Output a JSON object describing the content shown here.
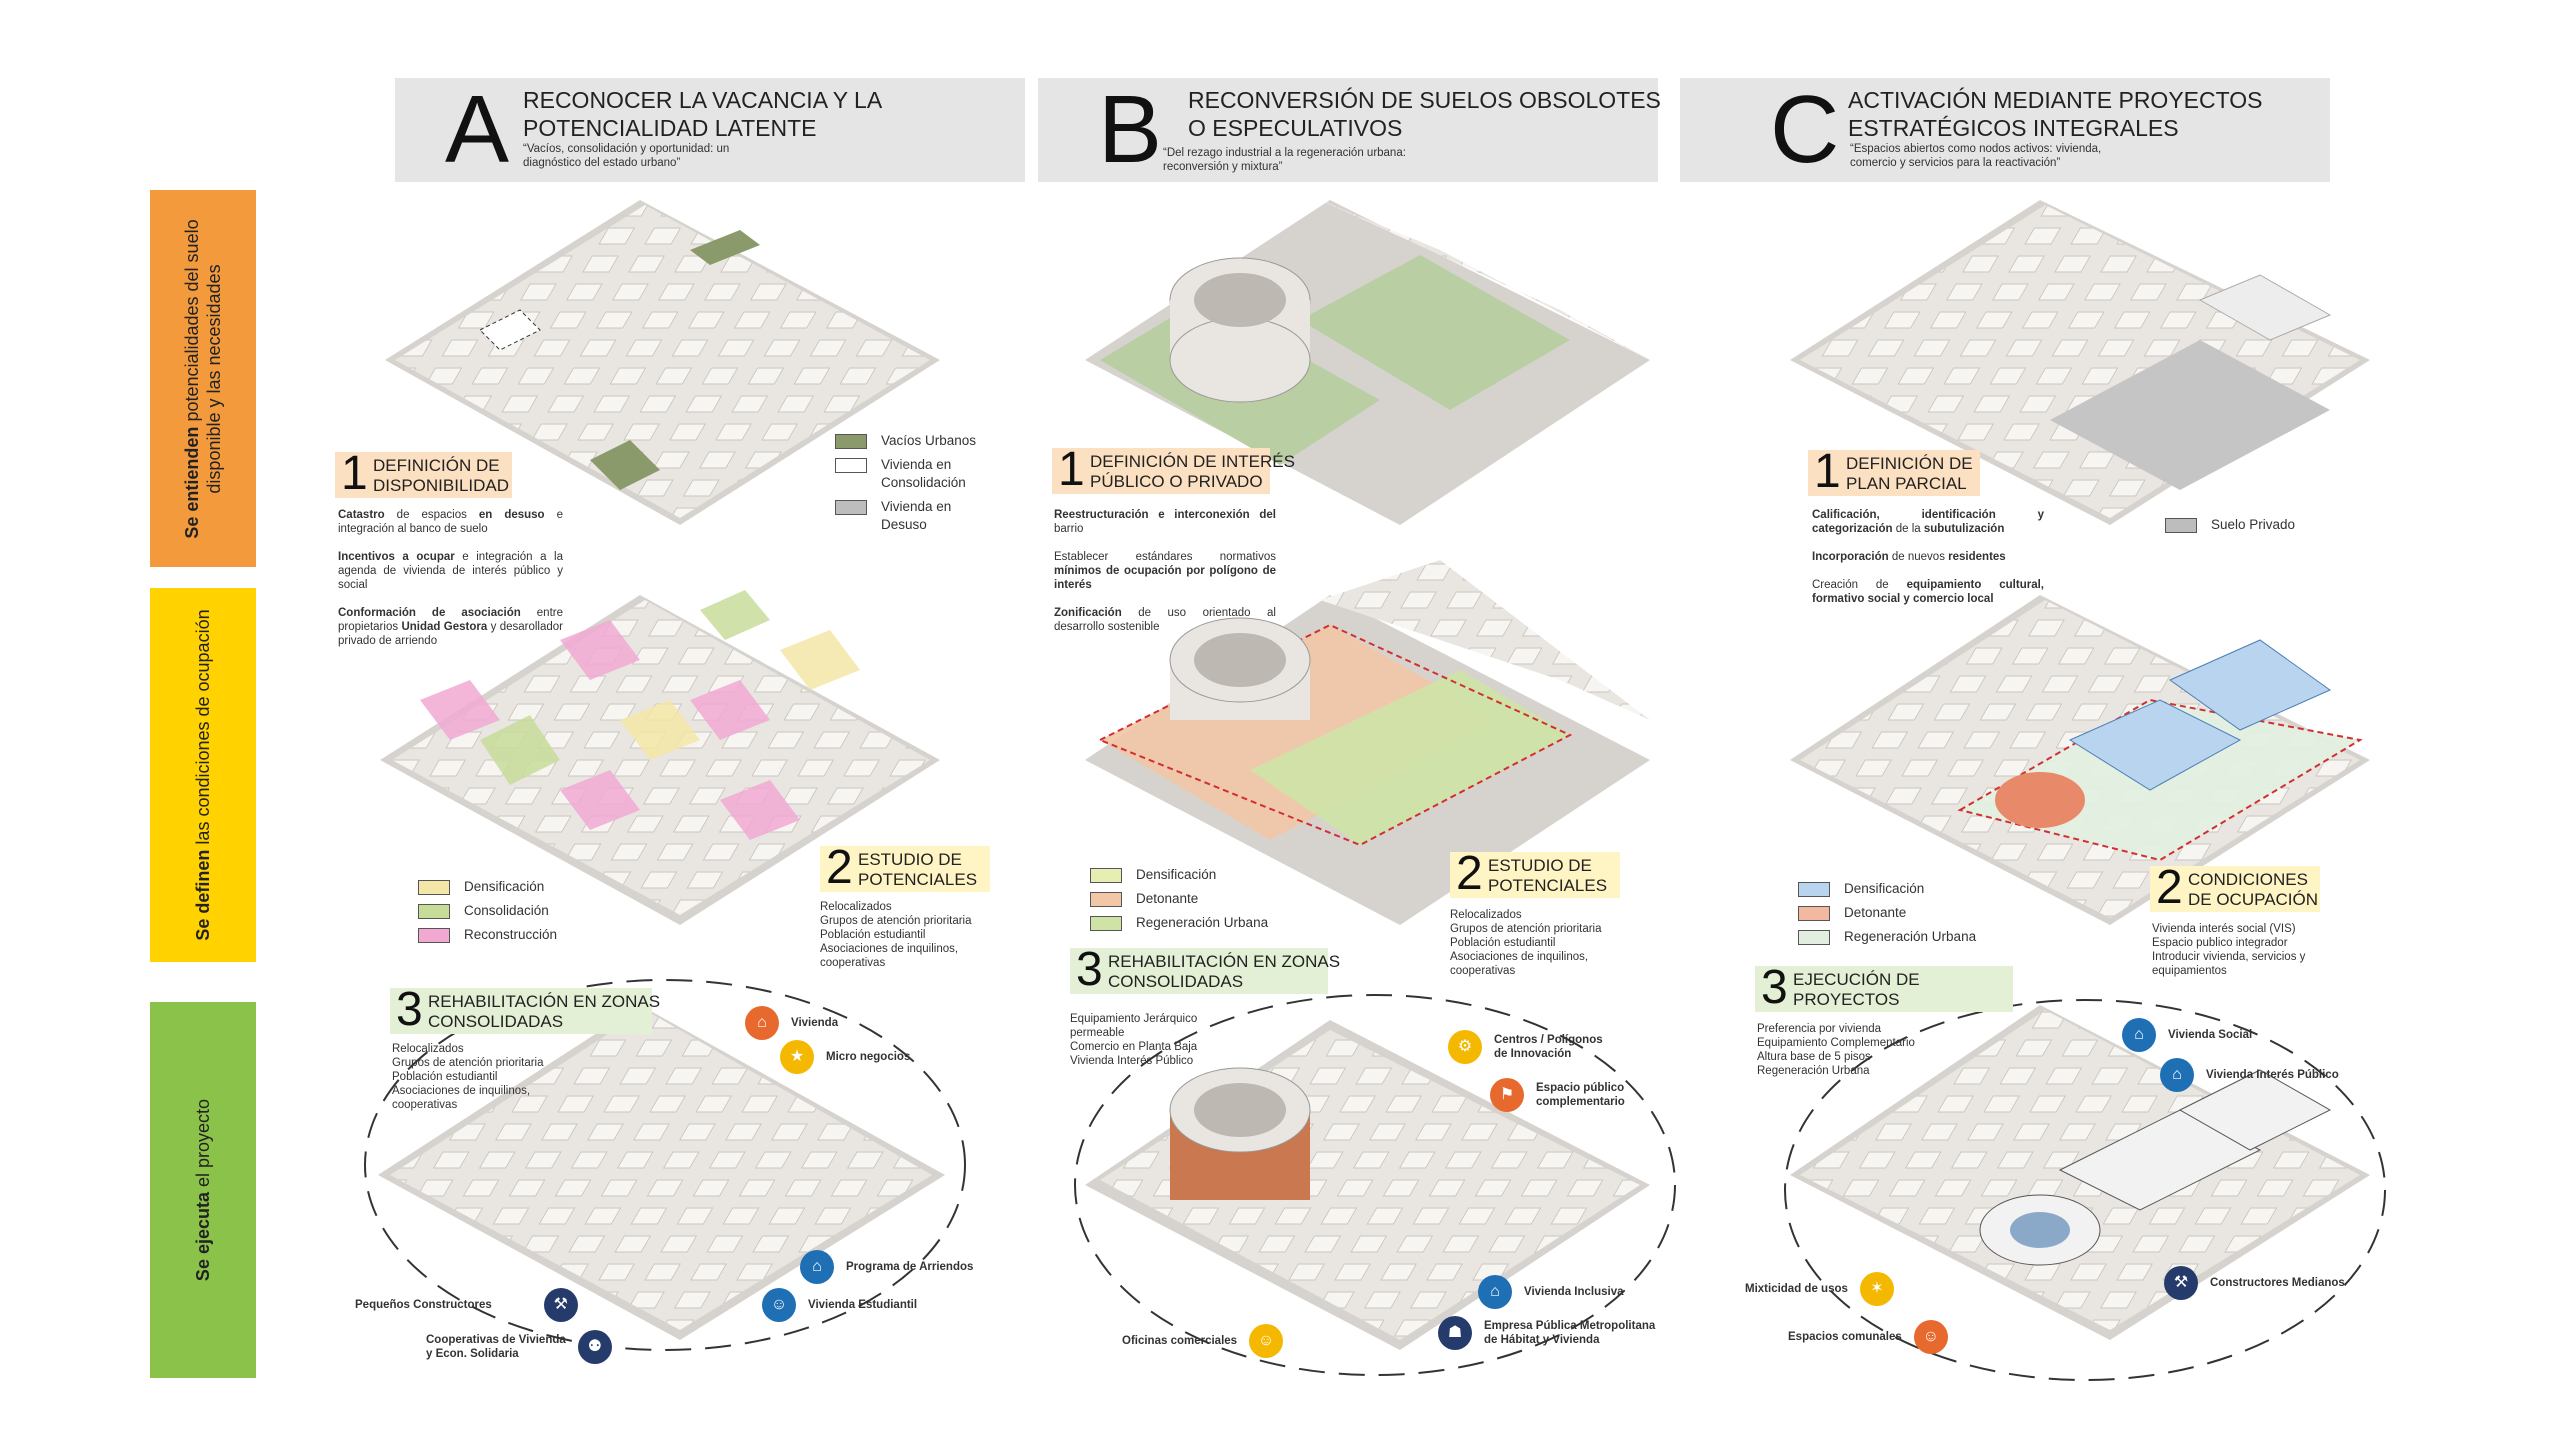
{
  "columns": [
    {
      "letter": "A",
      "title": "RECONOCER LA VACANCIA Y LA\nPOTENCIALIDAD LATENTE",
      "subtitle": "“Vacíos, consolidación y oportunidad: un\ndiagnóstico del estado urbano”"
    },
    {
      "letter": "B",
      "title": "RECONVERSIÓN DE SUELOS OBSOLOTES\nO ESPECULATIVOS",
      "subtitle": "“Del rezago industrial a la regeneración urbana:\nreconversión y mixtura”"
    },
    {
      "letter": "C",
      "title": "ACTIVACIÓN MEDIANTE PROYECTOS\nESTRATÉGICOS INTEGRALES",
      "subtitle": "“Espacios abiertos como nodos activos: vivienda,\ncomercio y servicios para la reactivación”"
    }
  ],
  "rows": [
    {
      "bold": "Se entienden",
      "rest": " potencialidades del suelo\ndisponible y las necesidades",
      "color": "#F39B3C"
    },
    {
      "bold": "Se definen",
      "rest": " las condiciones de ocupación",
      "color": "#FFD200"
    },
    {
      "bold": "Se ejecuta",
      "rest": " el proyecto",
      "color": "#8BC34A"
    }
  ],
  "A": {
    "step1": {
      "num": "1",
      "title": "DEFINICIÓN DE\nDISPONIBILIDAD"
    },
    "step1_items": [
      {
        "b": "Catastro",
        "t": " de espacios ",
        "b2": "en desuso",
        "t2": " e integración al banco de suelo"
      },
      {
        "b": "Incentivos a ocupar",
        "t": " e integración a la agenda de vivienda de interés público y social",
        "b2": "",
        "t2": ""
      },
      {
        "b": "Conformación de asociación",
        "t": " entre propietarios ",
        "b2": "Unidad Gestora",
        "t2": " y desarollador privado de arriendo"
      }
    ],
    "legend1": [
      {
        "label": "Vacíos Urbanos",
        "color": "#8a9a6a"
      },
      {
        "label": "Vivienda en\nConsolidación",
        "color": "#ffffff"
      },
      {
        "label": "Vivienda en\nDesuso",
        "color": "#bdbdbd"
      }
    ],
    "step2": {
      "num": "2",
      "title": "ESTUDIO DE\nPOTENCIALES"
    },
    "step2_list": "Relocalizados\nGrupos de atención prioritaria\nPoblación estudiantil\nAsociaciones de inquilinos,\ncooperativas",
    "legend2": [
      {
        "label": "Densificación",
        "color": "#f3e6a6"
      },
      {
        "label": "Consolidación",
        "color": "#c8dc9a"
      },
      {
        "label": "Reconstrucción",
        "color": "#f1a9d2"
      }
    ],
    "step3": {
      "num": "3",
      "title": "REHABILITACIÓN EN ZONAS\nCONSOLIDADAS"
    },
    "step3_list": "Relocalizados\nGrupos de atención prioritaria\nPoblación estudiantil\nAsociaciones de inquilinos,\ncooperativas",
    "actors": [
      {
        "label": "Vivienda",
        "color": "#E8692E",
        "icon": "house-icon",
        "glyph": "⌂"
      },
      {
        "label": "Micro negocios",
        "color": "#F5B800",
        "icon": "shop-icon",
        "glyph": "★"
      },
      {
        "label": "Programa de Arriendos",
        "color": "#1F6FB5",
        "icon": "key-icon",
        "glyph": "⌂"
      },
      {
        "label": "Vivienda Estudiantil",
        "color": "#1F6FB5",
        "icon": "student-icon",
        "glyph": "☺"
      },
      {
        "label": "Pequeños Constructores",
        "color": "#243B6B",
        "icon": "builder-icon",
        "glyph": "⚒"
      },
      {
        "label": "Cooperativas de Vivienda\ny Econ. Solidaria",
        "color": "#243B6B",
        "icon": "coop-icon",
        "glyph": "⚉"
      }
    ]
  },
  "B": {
    "step1": {
      "num": "1",
      "title": "DEFINICIÓN DE INTERÉS\nPÚBLICO O PRIVADO"
    },
    "step1_items": [
      {
        "b": "Reestructuración e interconexión del",
        "t": " barrio",
        "b2": "",
        "t2": ""
      },
      {
        "b": "",
        "t": "Establecer estándares normativos ",
        "b2": "mínimos de ocupación por polígono de interés",
        "t2": ""
      },
      {
        "b": "Zonificación",
        "t": " de uso orientado al desarrollo sostenible",
        "b2": "",
        "t2": ""
      }
    ],
    "step2": {
      "num": "2",
      "title": "ESTUDIO DE\nPOTENCIALES"
    },
    "step2_list": "Relocalizados\nGrupos de atención prioritaria\nPoblación estudiantil\nAsociaciones de inquilinos,\ncooperativas",
    "legend2": [
      {
        "label": "Densificación",
        "color": "#e6eeb2"
      },
      {
        "label": "Detonante",
        "color": "#f2c7a7"
      },
      {
        "label": "Regeneración Urbana",
        "color": "#cfe3a6"
      }
    ],
    "step3": {
      "num": "3",
      "title": "REHABILITACIÓN EN ZONAS\nCONSOLIDADAS"
    },
    "step3_list": "Equipamiento Jerárquico\npermeable\nComercio en Planta Baja\nVivienda Interés Público",
    "actors": [
      {
        "label": "Centros / Polígonos\nde Innovación",
        "color": "#F5B800",
        "icon": "innovation-icon",
        "glyph": "⚙"
      },
      {
        "label": "Espacio público\ncomplementario",
        "color": "#E8692E",
        "icon": "public-space-icon",
        "glyph": "⚑"
      },
      {
        "label": "Vivienda Inclusiva",
        "color": "#1F6FB5",
        "icon": "inclusive-housing-icon",
        "glyph": "⌂"
      },
      {
        "label": "Empresa Pública Metropolitana\nde Hábitat y Vivienda",
        "color": "#243B6B",
        "icon": "public-company-icon",
        "glyph": "☗"
      },
      {
        "label": "Oficinas comerciales",
        "color": "#F5B800",
        "icon": "office-icon",
        "glyph": "☺"
      }
    ]
  },
  "C": {
    "step1": {
      "num": "1",
      "title": "DEFINICIÓN DE\nPLAN PARCIAL"
    },
    "step1_items": [
      {
        "b": "Calificación, identificación y categorización",
        "t": " de la ",
        "b2": "subutulización",
        "t2": ""
      },
      {
        "b": "Incorporación",
        "t": " de nuevos ",
        "b2": "residentes",
        "t2": ""
      },
      {
        "b": "",
        "t": "Creación de ",
        "b2": "equipamiento cultural, formativo social y comercio local",
        "t2": ""
      }
    ],
    "legend1": [
      {
        "label": "Suelo Privado",
        "color": "#bdbdbd"
      }
    ],
    "step2": {
      "num": "2",
      "title": "CONDICIONES\nDE OCUPACIÓN"
    },
    "step2_list": "Vivienda interés social (VIS)\nEspacio publico integrador\nIntroducir vivienda, servicios y\nequipamientos",
    "legend2": [
      {
        "label": "Densificación",
        "color": "#b9d4ee"
      },
      {
        "label": "Detonante",
        "color": "#f2b9a0"
      },
      {
        "label": "Regeneración Urbana",
        "color": "#e2efe0"
      }
    ],
    "step3": {
      "num": "3",
      "title": "EJECUCIÓN DE\nPROYECTOS"
    },
    "step3_list": "Preferencia por vivienda\nEquipamiento Complementario\nAltura base de 5 pisos\nRegeneración Urbana",
    "actors": [
      {
        "label": "Vivienda Social",
        "color": "#1F6FB5",
        "icon": "social-housing-icon",
        "glyph": "⌂"
      },
      {
        "label": "Vivienda Interés Público",
        "color": "#1F6FB5",
        "icon": "public-housing-icon",
        "glyph": "⌂"
      },
      {
        "label": "Constructores Medianos",
        "color": "#243B6B",
        "icon": "builder-icon",
        "glyph": "⚒"
      },
      {
        "label": "Mixticidad de usos",
        "color": "#F5B800",
        "icon": "mixed-use-icon",
        "glyph": "✶"
      },
      {
        "label": "Espacios comunales",
        "color": "#E8692E",
        "icon": "communal-icon",
        "glyph": "☺"
      }
    ]
  }
}
